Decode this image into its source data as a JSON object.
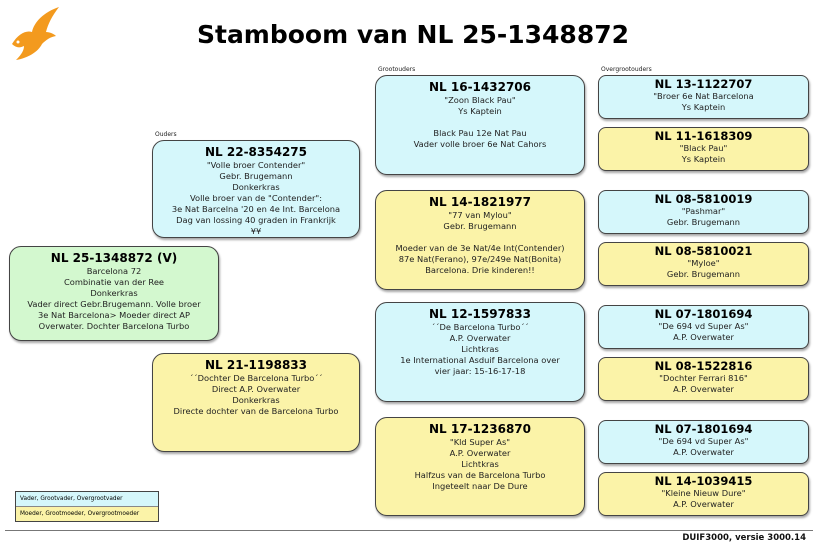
{
  "title": "Stamboom van NL 25-1348872",
  "labels": {
    "parents": "Ouders",
    "grandparents": "Grootouders",
    "greatgrandparents": "Overgrootouders"
  },
  "subject": {
    "ring": "NL 25-1348872 (V)",
    "lines": [
      "Barcelona 72",
      "Combinatie van der Ree",
      "Donkerkras",
      "Vader direct Gebr.Brugemann. Volle broer",
      "3e Nat Barcelona> Moeder direct AP",
      "Overwater. Dochter Barcelona Turbo"
    ]
  },
  "sire": {
    "ring": "NL 22-8354275",
    "lines": [
      "\"Volle broer Contender\"",
      "Gebr. Brugemann",
      "Donkerkras",
      "Volle broer van de \"Contender\":",
      "3e Nat Barcelna '20 en 4e Int. Barcelona",
      "Dag van lossing 40 graden in Frankrijk",
      "¥¥"
    ]
  },
  "dam": {
    "ring": "NL 21-1198833",
    "lines": [
      "´´Dochter De Barcelona Turbo´´",
      "Direct A.P. Overwater",
      "Donkerkras",
      "Directe dochter van de Barcelona Turbo"
    ]
  },
  "grandparents": [
    {
      "ring": "NL 16-1432706",
      "lines": [
        "\"Zoon Black Pau\"",
        "Ys Kaptein",
        "",
        "Black Pau 12e Nat Pau",
        "Vader volle broer 6e Nat Cahors"
      ]
    },
    {
      "ring": "NL 14-1821977",
      "lines": [
        "\"77 van Mylou\"",
        "Gebr. Brugemann",
        "",
        "Moeder van de 3e Nat/4e Int(Contender)",
        "87e Nat(Ferano), 97e/249e Nat(Bonita)",
        "Barcelona. Drie kinderen!!"
      ]
    },
    {
      "ring": "NL 12-1597833",
      "lines": [
        "´´De Barcelona Turbo´´",
        "A.P. Overwater",
        "Lichtkras",
        "1e International Asduif Barcelona over",
        "vier jaar: 15-16-17-18"
      ]
    },
    {
      "ring": "NL 17-1236870",
      "lines": [
        "\"Kld Super As\"",
        "A.P. Overwater",
        "Lichtkras",
        "Halfzus van de Barcelona Turbo",
        "Ingeteelt naar De Dure"
      ]
    }
  ],
  "greatgrandparents": [
    {
      "ring": "NL 13-1122707",
      "lines": [
        "\"Broer 6e Nat Barcelona",
        "Ys Kaptein"
      ]
    },
    {
      "ring": "NL 11-1618309",
      "lines": [
        "\"Black Pau\"",
        "Ys Kaptein"
      ]
    },
    {
      "ring": "NL 08-5810019",
      "lines": [
        "\"Pashmar\"",
        "Gebr. Brugemann"
      ]
    },
    {
      "ring": "NL 08-5810021",
      "lines": [
        "\"Myloe\"",
        "Gebr. Brugemann"
      ]
    },
    {
      "ring": "NL 07-1801694",
      "lines": [
        "\"De 694 vd Super As\"",
        "A.P. Overwater"
      ]
    },
    {
      "ring": "NL 08-1522816",
      "lines": [
        "\"Dochter Ferrari 816\"",
        "A.P. Overwater"
      ]
    },
    {
      "ring": "NL 07-1801694",
      "lines": [
        "\"De 694 vd Super As\"",
        "A.P. Overwater"
      ]
    },
    {
      "ring": "NL 14-1039415",
      "lines": [
        "\"Kleine Nieuw Dure\"",
        "A.P. Overwater"
      ]
    }
  ],
  "legend": {
    "male": "Vader, Grootvader, Overgrootvader",
    "female": "Moeder, Grootmoeder, Overgrootmoeder"
  },
  "footer": "DUIF3000, versie 3000.14",
  "colors": {
    "male": "#d5f7fb",
    "female": "#fbf3a8",
    "subject": "#d3f8cf",
    "logo": "#f39a1e"
  }
}
